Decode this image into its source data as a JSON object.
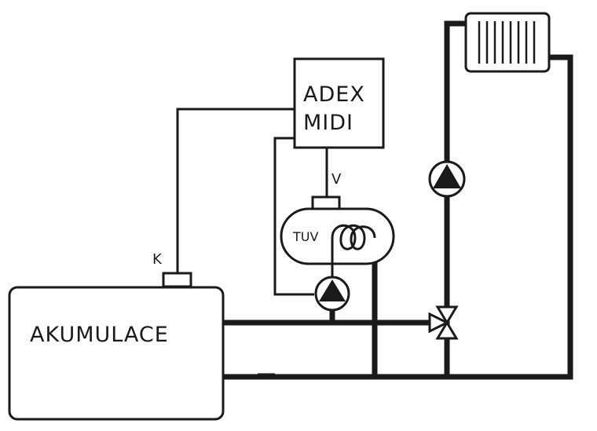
{
  "diagram": {
    "accumulator_label": "AKUMULACE",
    "controller_line1": "ADEX",
    "controller_line2": "MIDI",
    "tank_label": "TUV",
    "sensor_k_label": "K",
    "sensor_v_label": "V"
  },
  "colors": {
    "line": "#1a1a1a",
    "background": "#ffffff"
  },
  "icons": [
    "pump-icon",
    "pump-icon",
    "three-way-valve-icon",
    "radiator-icon",
    "heating-coil-icon"
  ]
}
